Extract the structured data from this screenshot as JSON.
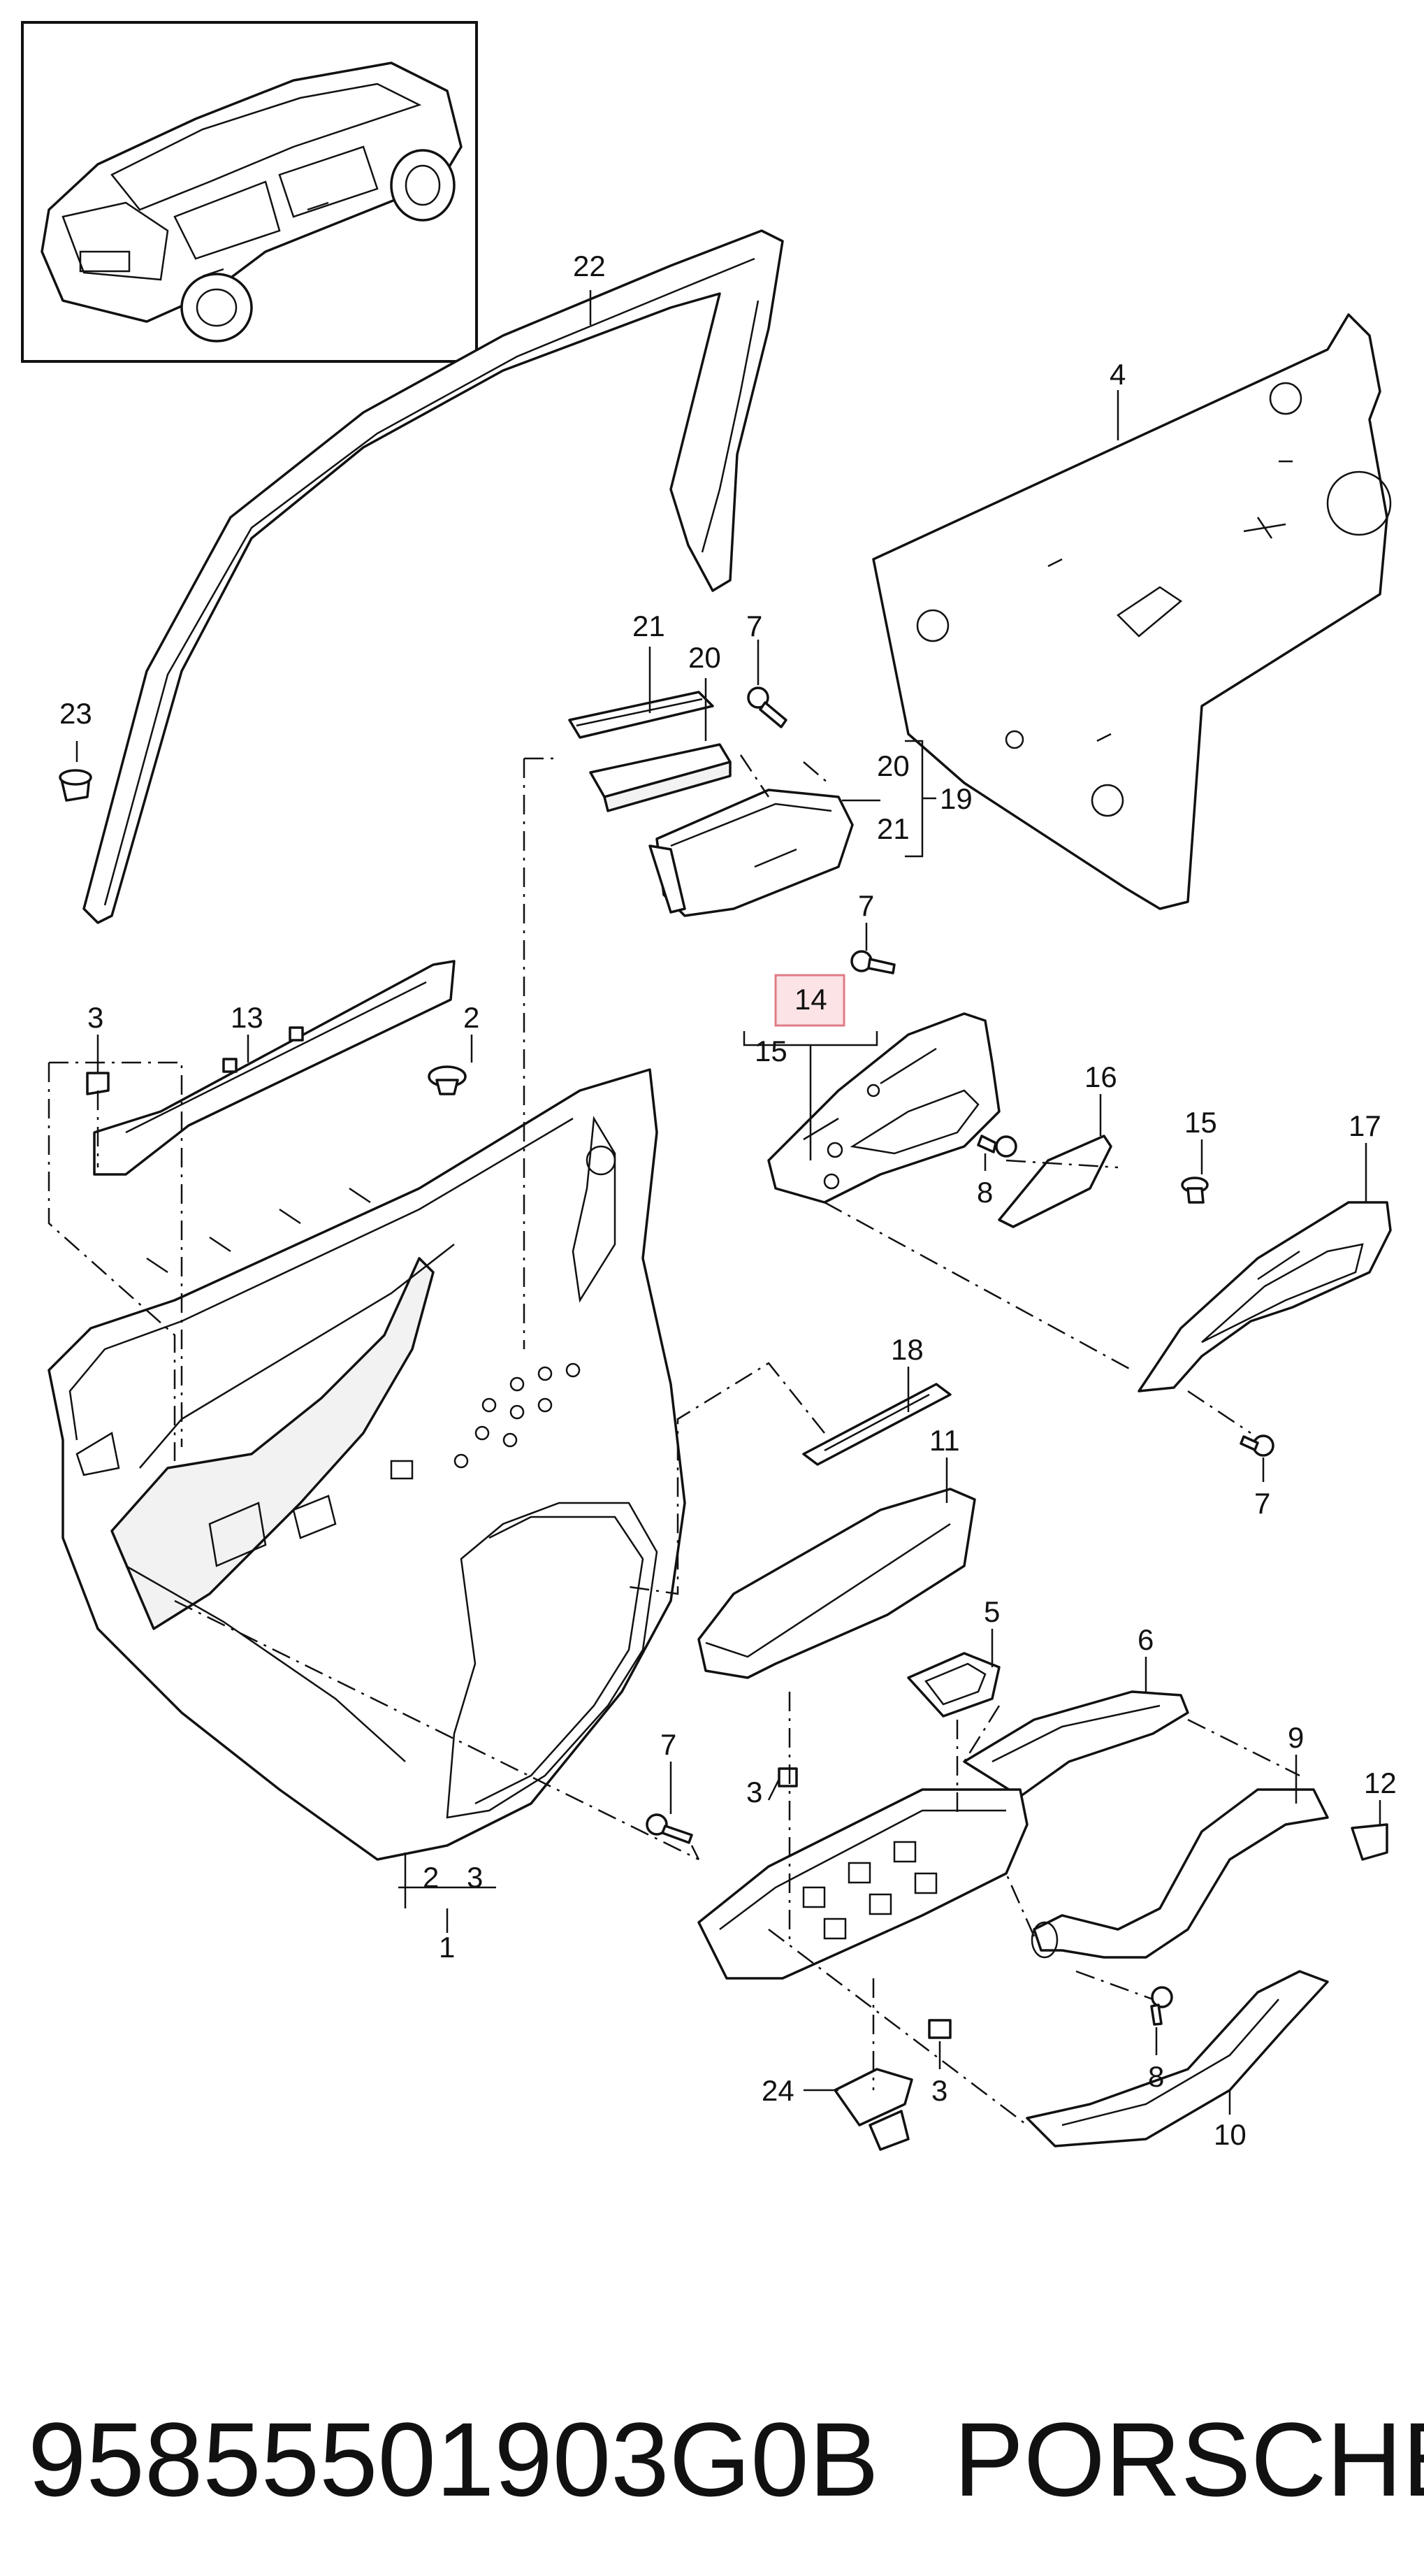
{
  "footer": {
    "part_number": "95855501903G0B",
    "brand": "PORSCHE"
  },
  "highlight_color": "#e07b86",
  "highlighted_callout": "14",
  "callouts": {
    "c1": "1",
    "c2a": "2",
    "c2b": "2",
    "c3a": "3",
    "c3b": "3",
    "c3c": "3",
    "c3d": "3",
    "c4": "4",
    "c5": "5",
    "c6": "6",
    "c7a": "7",
    "c7b": "7",
    "c7c": "7",
    "c7d": "7",
    "c8a": "8",
    "c8b": "8",
    "c9": "9",
    "c10": "10",
    "c11": "11",
    "c12": "12",
    "c13": "13",
    "c14": "14",
    "c15a": "15",
    "c15b": "15",
    "c16": "16",
    "c17": "17",
    "c18": "18",
    "c19": "19",
    "c20a": "20",
    "c20b": "20",
    "c21a": "21",
    "c21b": "21",
    "c22": "22",
    "c23": "23",
    "c24": "24"
  },
  "icons": {
    "vehicle_thumbnail": "suv-rear-quarter-icon",
    "emblem": "bose-emblem"
  }
}
